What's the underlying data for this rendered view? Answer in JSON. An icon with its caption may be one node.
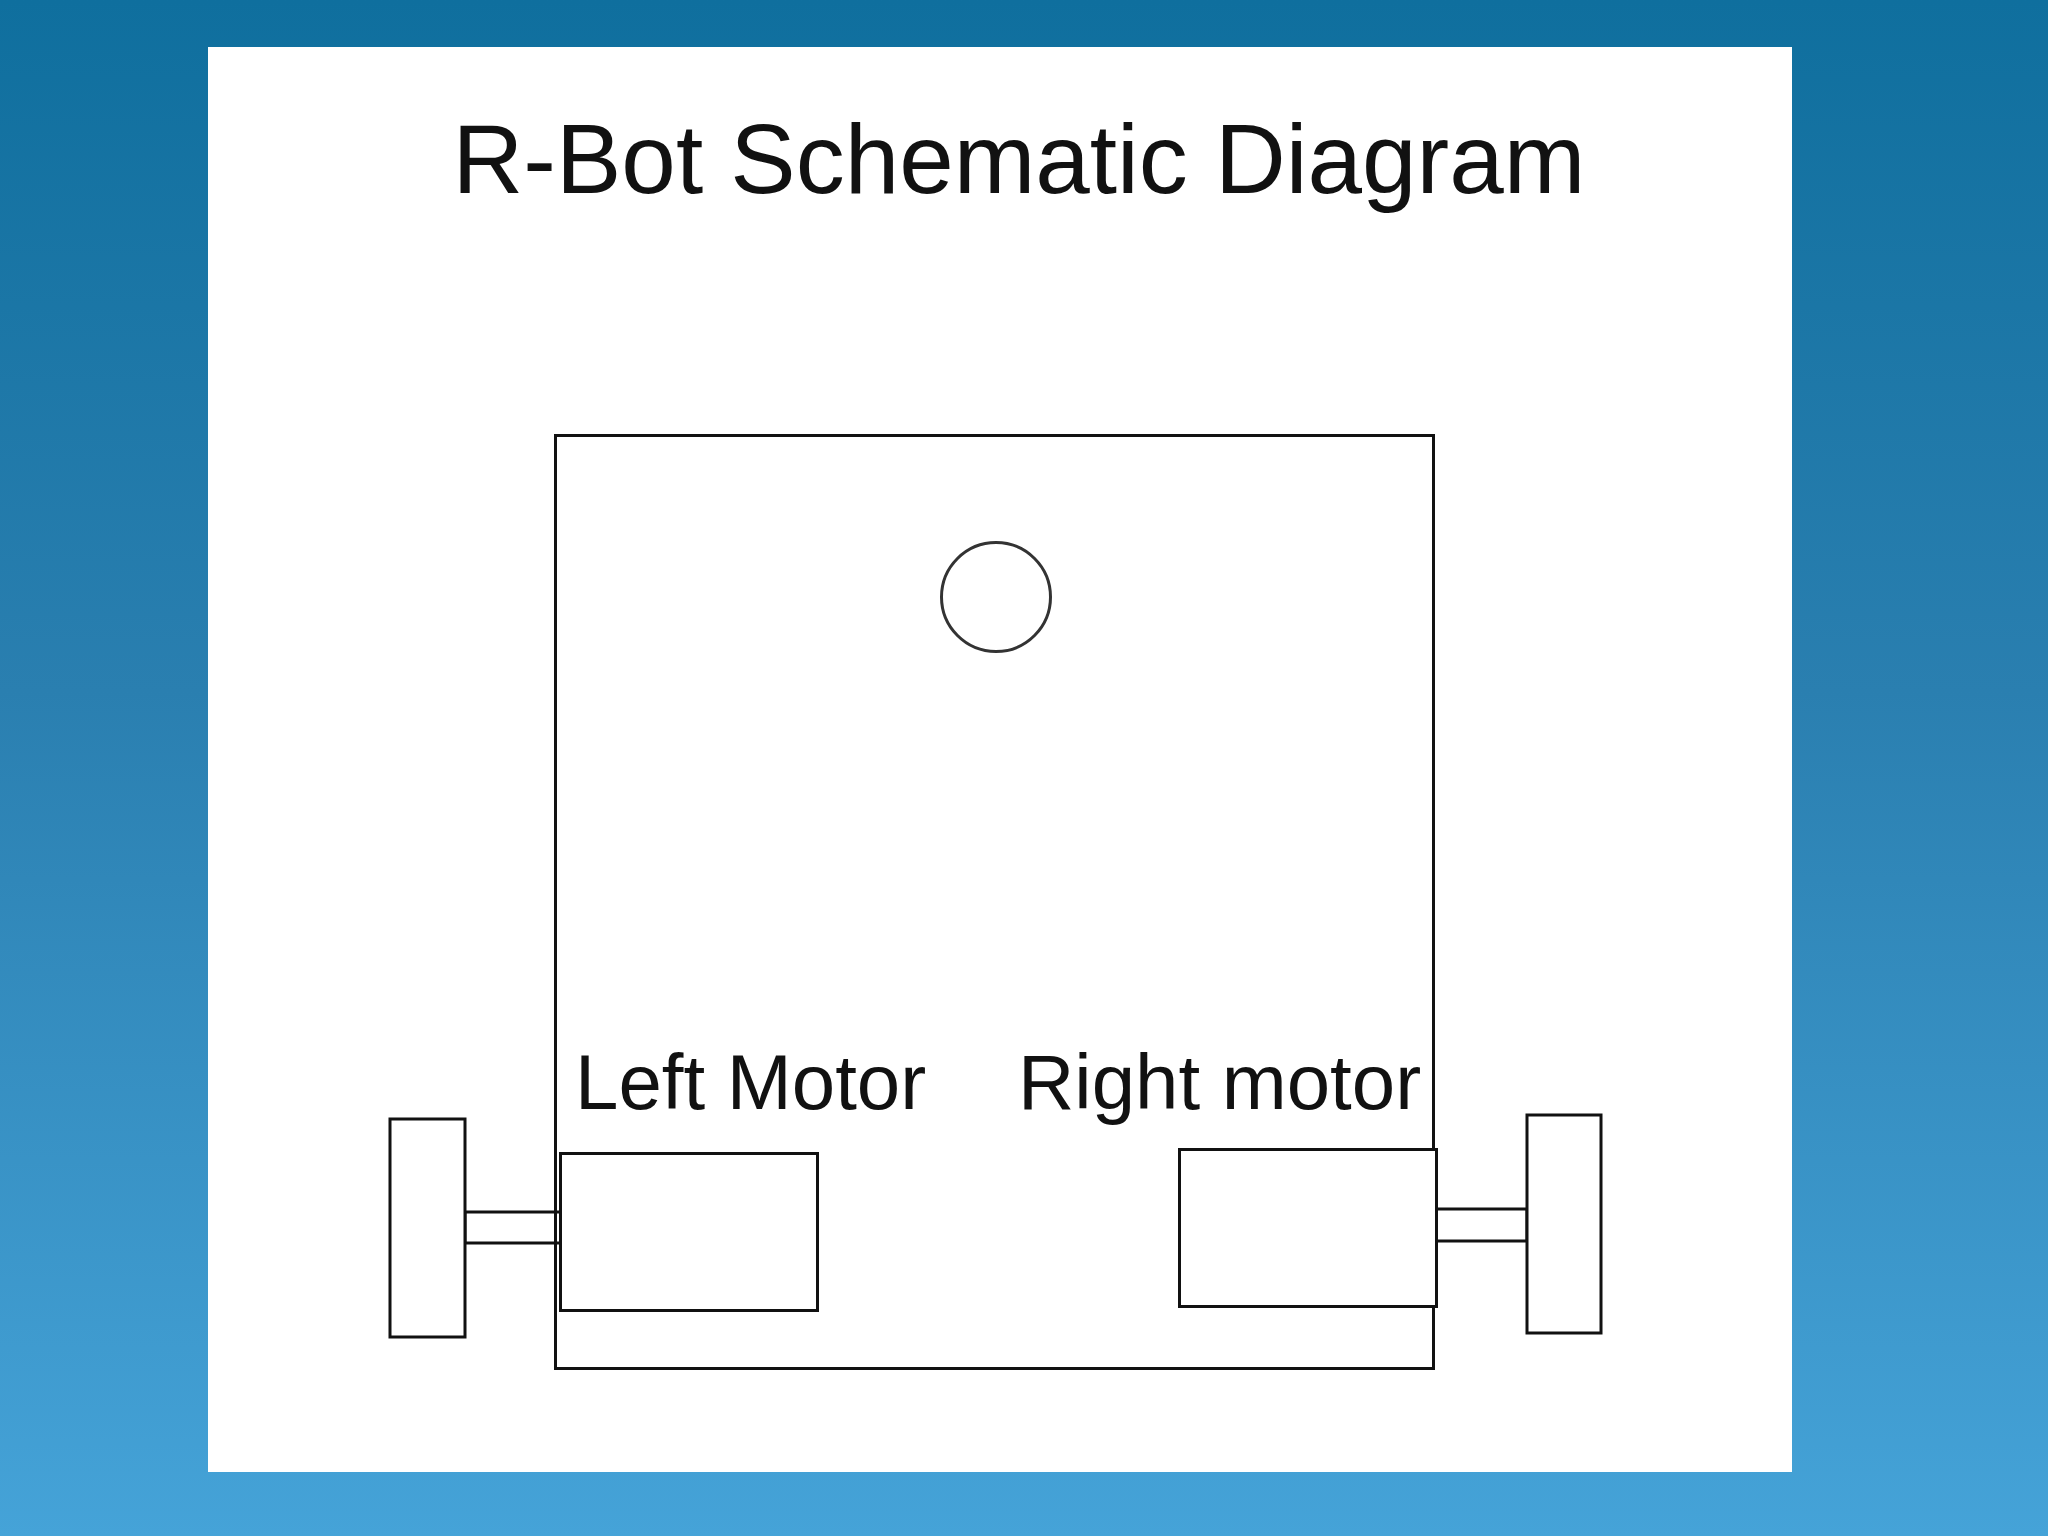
{
  "diagram": {
    "title": "R-Bot Schematic Diagram",
    "nodes": [
      {
        "text": [],
        "shape": "box"
      },
      {
        "text": [],
        "shape": "circle",
        "in": 0
      },
      {
        "text": [
          "Left Motor"
        ],
        "in": 0
      },
      {
        "text": [
          "Right motor"
        ],
        "in": 0
      }
    ],
    "edges": []
  }
}
